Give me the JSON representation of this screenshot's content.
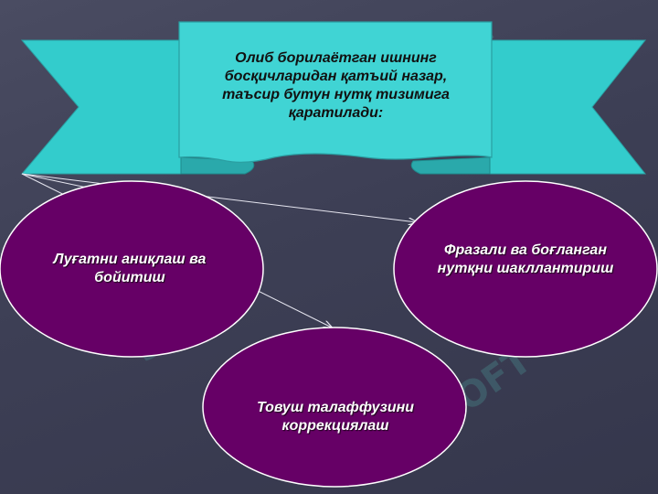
{
  "banner": {
    "text": "Олиб борилаётган ишнинг босқичларидан қатъий назар, таъсир бутун нутқ тизимига қаратилади:"
  },
  "nodes": [
    {
      "id": "lexical",
      "text": "Луғатни аниқлаш ва бойитиш"
    },
    {
      "id": "phrasal",
      "text": "Фразали ва боғланган нутқни шакллантириш"
    },
    {
      "id": "sound",
      "text": "Товуш талаффузини коррекциялаш"
    }
  ],
  "watermark": "SOFT",
  "colors": {
    "banner_fill": "#33cccc",
    "banner_edge": "#2aa9ab",
    "ellipse_fill": "#660066",
    "ellipse_stroke": "#ffffff",
    "arrow": "#e6e6f0"
  }
}
